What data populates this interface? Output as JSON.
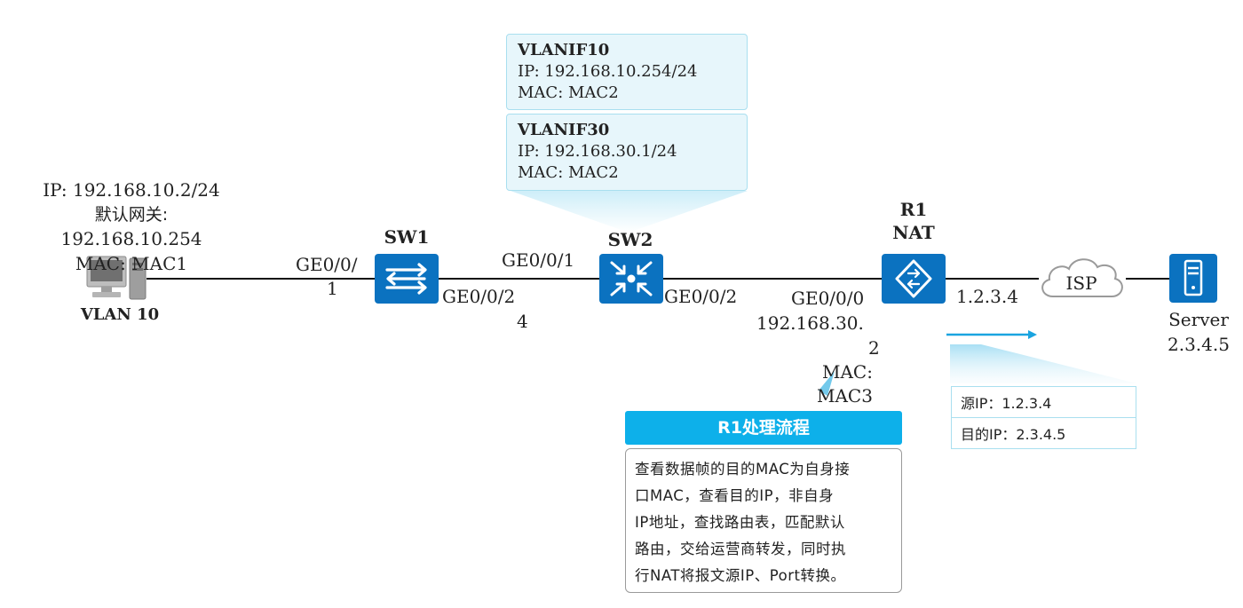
{
  "pc": {
    "ip": "IP: 192.168.10.2/24",
    "gateway_label": "默认网关:",
    "gateway": "192.168.10.254",
    "mac": "MAC: MAC1",
    "vlan": "VLAN 10",
    "icon": "pc-icon"
  },
  "sw1": {
    "name": "SW1",
    "port_left_a": "GE0/0/",
    "port_left_b": "1",
    "port_right_a": "GE0/0/2",
    "port_right_b": "4",
    "icon": "switch-icon"
  },
  "sw2": {
    "name": "SW2",
    "port_left": "GE0/0/1",
    "port_right": "GE0/0/2",
    "icon": "l3-switch-icon"
  },
  "vlanif10": {
    "title": "VLANIF10",
    "ip": "IP: 192.168.10.254/24",
    "mac": "MAC: MAC2"
  },
  "vlanif30": {
    "title": "VLANIF30",
    "ip": "IP: 192.168.30.1/24",
    "mac": "MAC: MAC2"
  },
  "r1": {
    "name": "R1",
    "role": "NAT",
    "port": "GE0/0/0",
    "ip_a": "192.168.30.",
    "ip_b": "2",
    "mac_a": "MAC:",
    "mac_b": "MAC3",
    "wan_ip": "1.2.3.4",
    "icon": "router-icon"
  },
  "isp": {
    "label": "ISP",
    "icon": "cloud-icon"
  },
  "server": {
    "name": "Server",
    "ip": "2.3.4.5",
    "icon": "server-icon"
  },
  "packet": {
    "src": "源IP：1.2.3.4",
    "dst": "目的IP：2.3.4.5"
  },
  "process": {
    "title": "R1处理流程",
    "lines": [
      "查看数据帧的目的MAC为自身接",
      "口MAC，查看目的IP，非自身",
      "IP地址，查找路由表，匹配默认",
      "路由，交给运营商转发，同时执",
      "行NAT将报文源IP、Port转换。"
    ]
  },
  "colors": {
    "device": "#0b72c0",
    "accent": "#0db0ea",
    "info_bg": "#e7f6fb"
  }
}
